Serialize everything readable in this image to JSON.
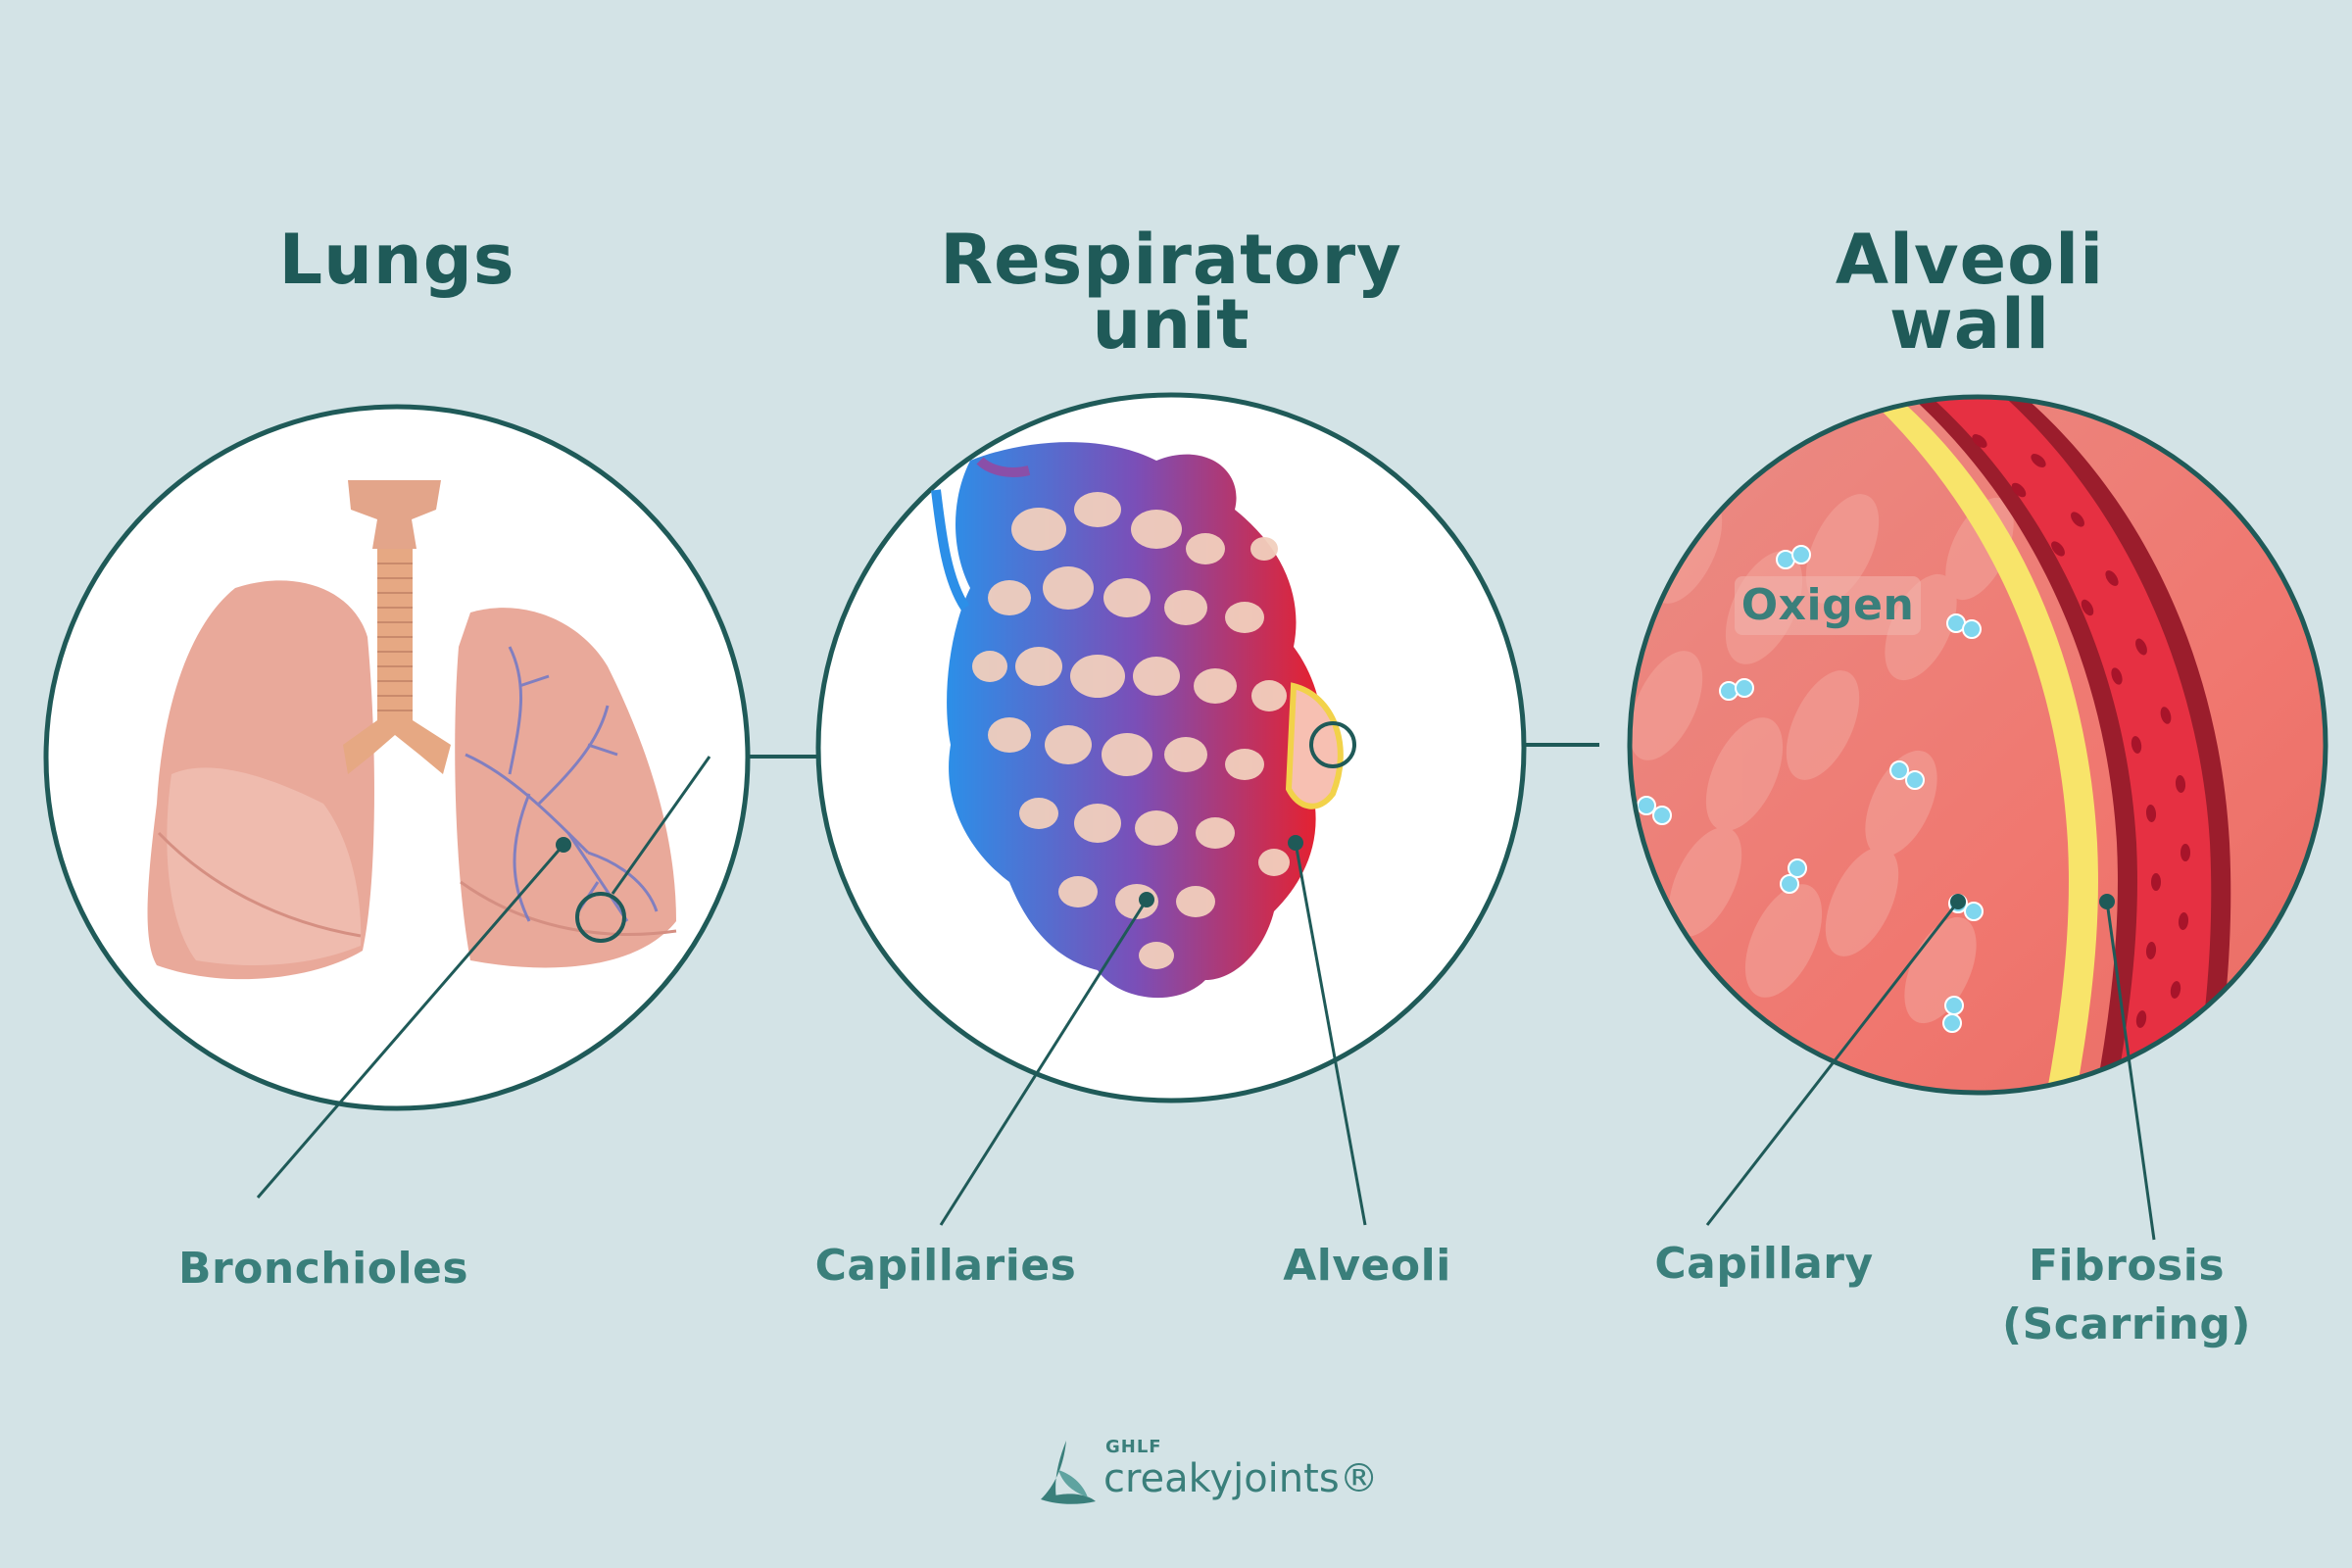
{
  "titles": {
    "lungs": "Lungs",
    "respiratory_line1": "Respiratory",
    "respiratory_line2": "unit",
    "alveoli_wall_line1": "Alveoli",
    "alveoli_wall_line2": "wall"
  },
  "labels": {
    "bronchioles": "Bronchioles",
    "capillaries": "Capillaries",
    "alveoli": "Alveoli",
    "capillary": "Capillary",
    "fibrosis_line1": "Fibrosis",
    "fibrosis_line2": "(Scarring)",
    "oxigen": "Oxigen"
  },
  "logo": {
    "small": "GHLF",
    "main": "creakyjoints®"
  },
  "colors": {
    "background": "#d3e3e6",
    "title": "#1f5a58",
    "label": "#3a7f7b",
    "circle_stroke": "#1f5a58"
  }
}
